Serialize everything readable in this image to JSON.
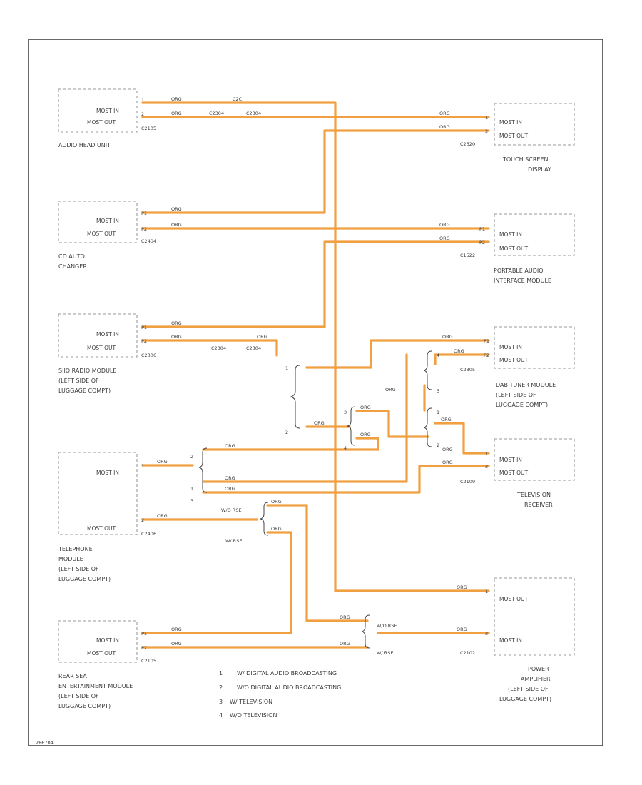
{
  "modules": {
    "audio_head_unit": {
      "lines": [
        "AUDIO HEAD UNIT"
      ],
      "pin1": "MOST IN",
      "pin2": "MOST OUT",
      "connector": "C2105"
    },
    "cd_auto_changer": {
      "lines": [
        "CD AUTO",
        "CHANGER"
      ],
      "pin1": "MOST IN",
      "pin2": "MOST OUT",
      "connector": "C2404"
    },
    "sdars_radio": {
      "lines": [
        "SIIO RADIO MODULE",
        "(LEFT SIDE OF",
        "LUGGAGE COMPT)"
      ],
      "pin1": "MOST IN",
      "pin2": "MOST OUT",
      "connector": "C2306"
    },
    "telephone": {
      "lines": [
        "TELEPHONE",
        "MODULE",
        "(LEFT SIDE OF",
        "LUGGAGE COMPT)"
      ],
      "pin1": "MOST IN",
      "pin2": "MOST OUT",
      "connector": "C2406"
    },
    "rear_seat_ent": {
      "lines": [
        "REAR SEAT",
        "ENTERTAINMENT MODULE",
        "(LEFT SIDE OF",
        "LUGGAGE COMPT)"
      ],
      "pin1": "MOST IN",
      "pin2": "MOST OUT",
      "connector": "C2105"
    },
    "touch_screen": {
      "lines": [
        "TOUCH SCREEN",
        "DISPLAY"
      ],
      "pin1": "MOST IN",
      "pin2": "MOST OUT",
      "connector": "C2620"
    },
    "portable_audio": {
      "lines": [
        "PORTABLE AUDIO",
        "INTERFACE MODULE"
      ],
      "pin1": "MOST IN",
      "pin2": "MOST OUT",
      "connector": "C1522"
    },
    "dab_tuner": {
      "lines": [
        "DAB TUNER MODULE",
        "(LEFT SIDE OF",
        "LUGGAGE COMPT)"
      ],
      "pin1": "MOST IN",
      "pin2": "MOST OUT",
      "connector": "C2305"
    },
    "television": {
      "lines": [
        "TELEVISION",
        "RECEIVER"
      ],
      "pin1": "MOST IN",
      "pin2": "MOST OUT",
      "connector": "C2109"
    },
    "power_amp": {
      "lines": [
        "POWER",
        "AMPLIFIER",
        "(LEFT SIDE OF",
        "LUGGAGE COMPT)"
      ],
      "pin1": "MOST OUT",
      "pin2": "MOST IN",
      "connector": "C2102"
    }
  },
  "wire_color": "ORG",
  "inline_connectors": {
    "c1": "C2C",
    "c2": "C2304",
    "c3": "C2304",
    "c4": "C2304",
    "c5": "C2304"
  },
  "options": {
    "w_rse": "W/ RSE",
    "wo_rse": "W/O RSE"
  },
  "legend": [
    {
      "num": "1",
      "text": "W/ DIGITAL AUDIO BROADCASTING"
    },
    {
      "num": "2",
      "text": "W/O DIGITAL AUDIO BROADCASTING"
    },
    {
      "num": "3",
      "text": "W/ TELEVISION"
    },
    {
      "num": "4",
      "text": "W/O TELEVISION"
    }
  ],
  "footer_code": "286704",
  "accent_color": "#f0a040"
}
